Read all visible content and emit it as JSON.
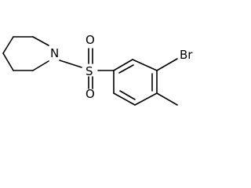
{
  "atoms": {
    "nitrogen": "N",
    "sulfur": "S",
    "oxygen_top": "O",
    "oxygen_bottom": "O",
    "bromine": "Br"
  },
  "colors": {
    "bond": "#000000",
    "background": "#ffffff"
  }
}
